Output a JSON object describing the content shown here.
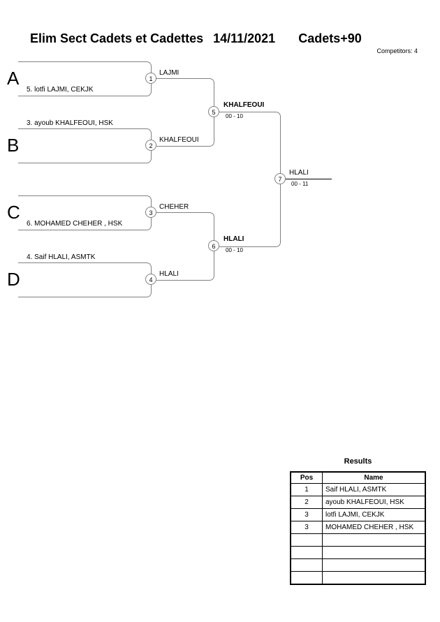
{
  "header": {
    "title_event": "Elim Sect Cadets et Cadettes",
    "title_date": "14/11/2021",
    "title_category": "Cadets+90",
    "competitors_note": "Competitors: 4"
  },
  "bracket": {
    "pools": [
      {
        "letter": "A",
        "seed": "5. lotfi LAJMI, CEKJK"
      },
      {
        "letter": "B",
        "seed": "3. ayoub KHALFEOUI, HSK"
      },
      {
        "letter": "C",
        "seed": "6. MOHAMED CHEHER , HSK"
      },
      {
        "letter": "D",
        "seed": "4. Saif HLALI, ASMTK"
      }
    ],
    "matches": [
      {
        "num": "1",
        "winner": "LAJMI",
        "score": ""
      },
      {
        "num": "2",
        "winner": "KHALFEOUI",
        "score": ""
      },
      {
        "num": "3",
        "winner": "CHEHER",
        "score": ""
      },
      {
        "num": "4",
        "winner": "HLALI",
        "score": ""
      },
      {
        "num": "5",
        "winner": "KHALFEOUI",
        "score": "00 - 10"
      },
      {
        "num": "6",
        "winner": "HLALI",
        "score": "00 - 10"
      },
      {
        "num": "7",
        "winner": "HLALI",
        "score": "00 - 11"
      }
    ]
  },
  "results": {
    "title": "Results",
    "columns": [
      "Pos",
      "Name"
    ],
    "rows": [
      {
        "pos": "1",
        "name": "Saif HLALI, ASMTK"
      },
      {
        "pos": "2",
        "name": "ayoub KHALFEOUI, HSK"
      },
      {
        "pos": "3",
        "name": "lotfi LAJMI, CEKJK"
      },
      {
        "pos": "3",
        "name": "MOHAMED CHEHER , HSK"
      },
      {
        "pos": "",
        "name": ""
      },
      {
        "pos": "",
        "name": ""
      },
      {
        "pos": "",
        "name": ""
      },
      {
        "pos": "",
        "name": ""
      }
    ]
  },
  "colors": {
    "bracket_line": "#808080",
    "text": "#000000",
    "final_result_line": "#000000",
    "table_border": "#000000"
  }
}
